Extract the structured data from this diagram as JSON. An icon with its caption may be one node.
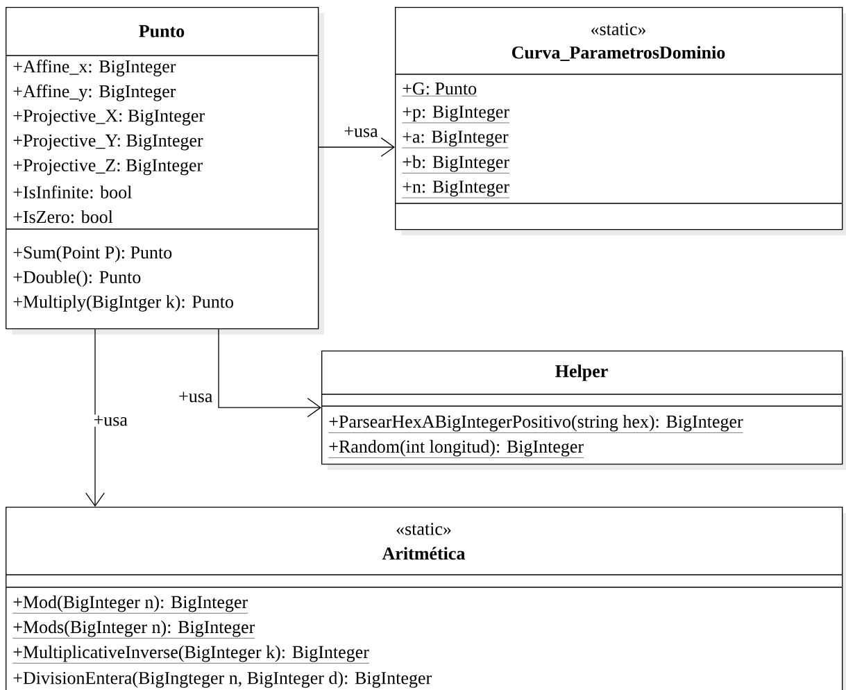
{
  "diagram": {
    "nodes": [
      {
        "text": [
          "Punto",
          "+Affine_x: BigInteger",
          "+Affine_y: BigInteger",
          "+Projective_X: BigInteger",
          "+Projective_Y: BigInteger",
          "+Projective_Z: BigInteger",
          "+IsInfinite: bool",
          "+IsZero: bool",
          "+Sum(Point P): Punto",
          "+Double(): Punto",
          "+Multiply(BigIntger k): Punto"
        ]
      },
      {
        "text": [
          "«static»",
          "Curva_ParametrosDominio",
          "+G: Punto",
          "+p: BigInteger",
          "+a: BigInteger",
          "+b: BigInteger",
          "+n: BigInteger"
        ]
      },
      {
        "text": [
          "Helper",
          "+ParsearHexABigIntegerPositivo(string hex): BigInteger",
          "+Random(int longitud): BigInteger"
        ]
      },
      {
        "text": [
          "«static»",
          "Aritmética",
          "+Mod(BigInteger n): BigInteger",
          "+Mods(BigInteger n): BigInteger",
          "+MultiplicativeInverse(BigInteger k): BigInteger",
          "+DivisionEntera(BigIngteger n, BigInteger d): BigInteger"
        ]
      }
    ],
    "edges": [
      {
        "from": 0,
        "to": 1,
        "arrow": "to",
        "label": "+usa"
      },
      {
        "from": 0,
        "to": 2,
        "arrow": "to",
        "label": "+usa"
      },
      {
        "from": 0,
        "to": 3,
        "arrow": "to",
        "label": "+usa"
      }
    ]
  }
}
